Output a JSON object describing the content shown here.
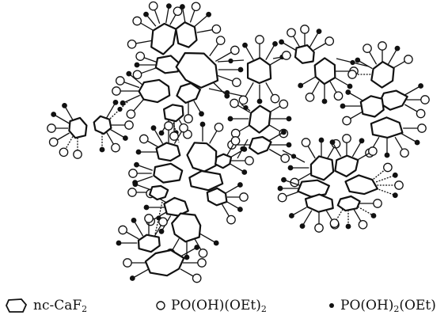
{
  "legend": {
    "grain": {
      "icon": "rounded-polygon-icon",
      "label": "nc-CaF",
      "sub": "2"
    },
    "diester": {
      "icon": "open-circle-icon",
      "label_a": "PO(OH)(OEt)",
      "sub": "2"
    },
    "monoester": {
      "icon": "filled-dot-icon",
      "label_a": "PO(OH)",
      "sub_a": "2",
      "label_b": "(OEt)"
    }
  },
  "colors": {
    "line": "#111111",
    "background": "#ffffff"
  }
}
